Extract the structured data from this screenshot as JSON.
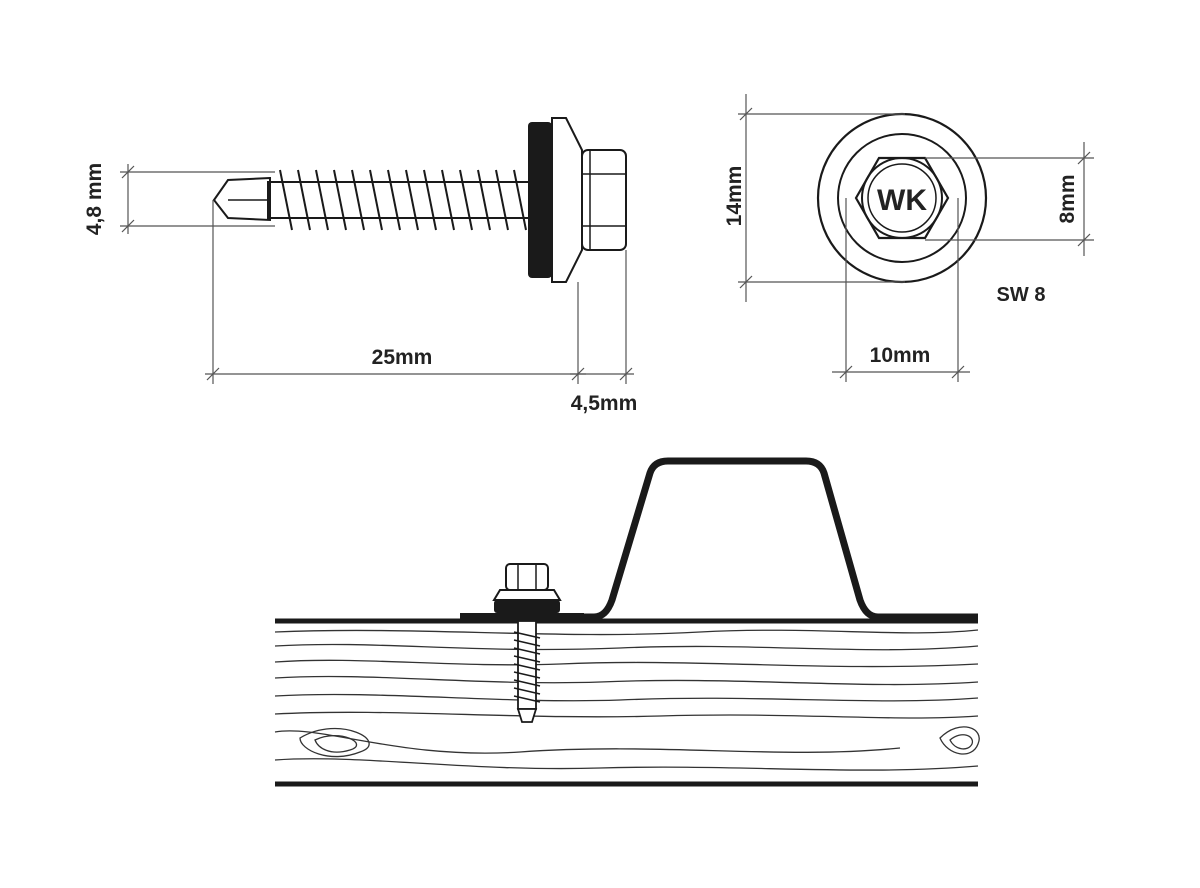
{
  "side_view": {
    "thread_diameter": "4,8 mm",
    "thread_length": "25mm",
    "head_height": "4,5mm"
  },
  "top_view": {
    "washer_diameter": "14mm",
    "head_across_flats": "8mm",
    "hex_across_corners": "10mm",
    "wrench_size": "SW 8",
    "head_marking": "WK"
  },
  "colors": {
    "ink": "#1a1a1a",
    "dimension_line": "#555555",
    "washer_rubber": "#1a1a1a",
    "label_text": "#222222"
  }
}
